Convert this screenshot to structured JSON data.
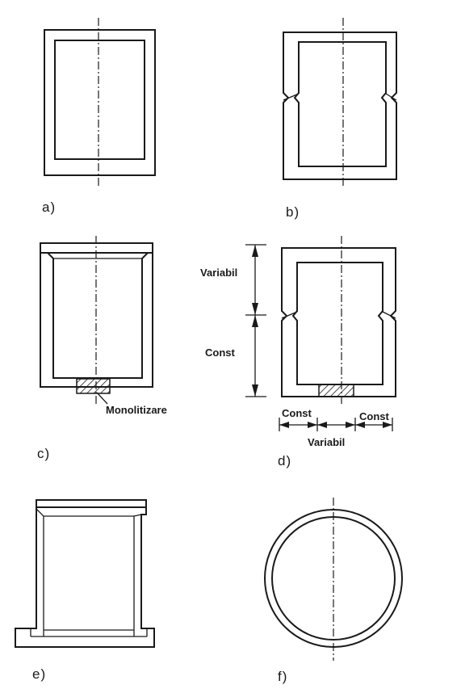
{
  "captions": {
    "a": "a)",
    "b": "b)",
    "c": "c)",
    "d": "d)",
    "e": "e)",
    "f": "f)"
  },
  "annotations": {
    "monolitizare": "Monolitizare",
    "variabil_vertical": "Variabil",
    "const_vertical": "Const",
    "const_left": "Const",
    "const_right": "Const",
    "variabil_horizontal": "Variabil"
  },
  "colors": {
    "ink": "#1a1a1a",
    "background": "#ffffff"
  }
}
